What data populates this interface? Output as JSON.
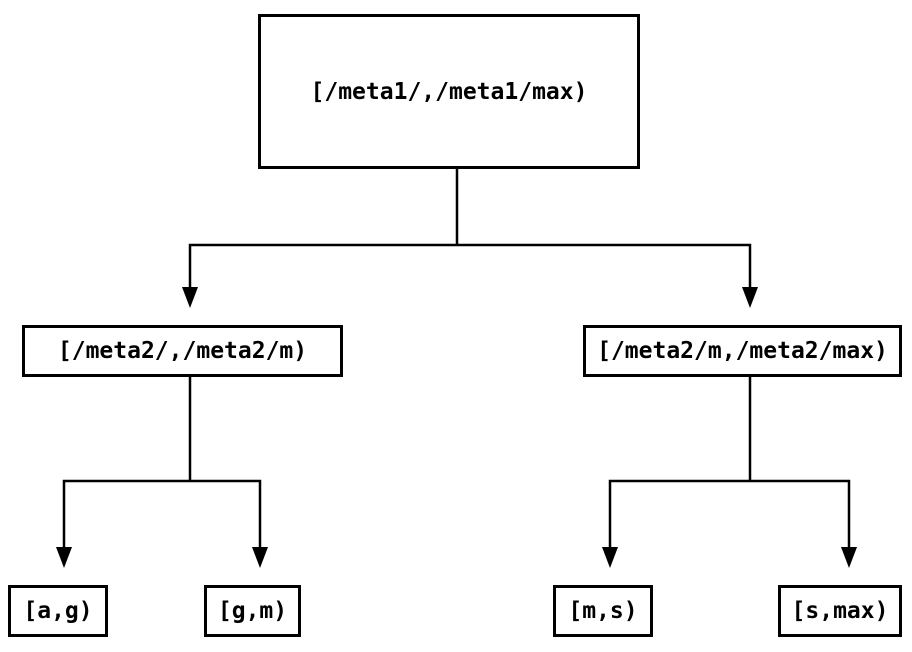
{
  "diagram": {
    "type": "tree",
    "background_color": "#ffffff",
    "line_color": "#000000",
    "box_border_color": "#000000",
    "text_color": "#000000",
    "nodes": {
      "root": {
        "label": "[/meta1/,/meta1/max)"
      },
      "left_child": {
        "label": "[/meta2/,/meta2/m)"
      },
      "right_child": {
        "label": "[/meta2/m,/meta2/max)"
      },
      "leaf_ag": {
        "label": "[a,g)"
      },
      "leaf_gm": {
        "label": "[g,m)"
      },
      "leaf_ms": {
        "label": "[m,s)"
      },
      "leaf_smax": {
        "label": "[s,max)"
      }
    },
    "edges": [
      {
        "from": "root",
        "to": "left_child"
      },
      {
        "from": "root",
        "to": "right_child"
      },
      {
        "from": "left_child",
        "to": "leaf_ag"
      },
      {
        "from": "left_child",
        "to": "leaf_gm"
      },
      {
        "from": "right_child",
        "to": "leaf_ms"
      },
      {
        "from": "right_child",
        "to": "leaf_smax"
      }
    ]
  }
}
